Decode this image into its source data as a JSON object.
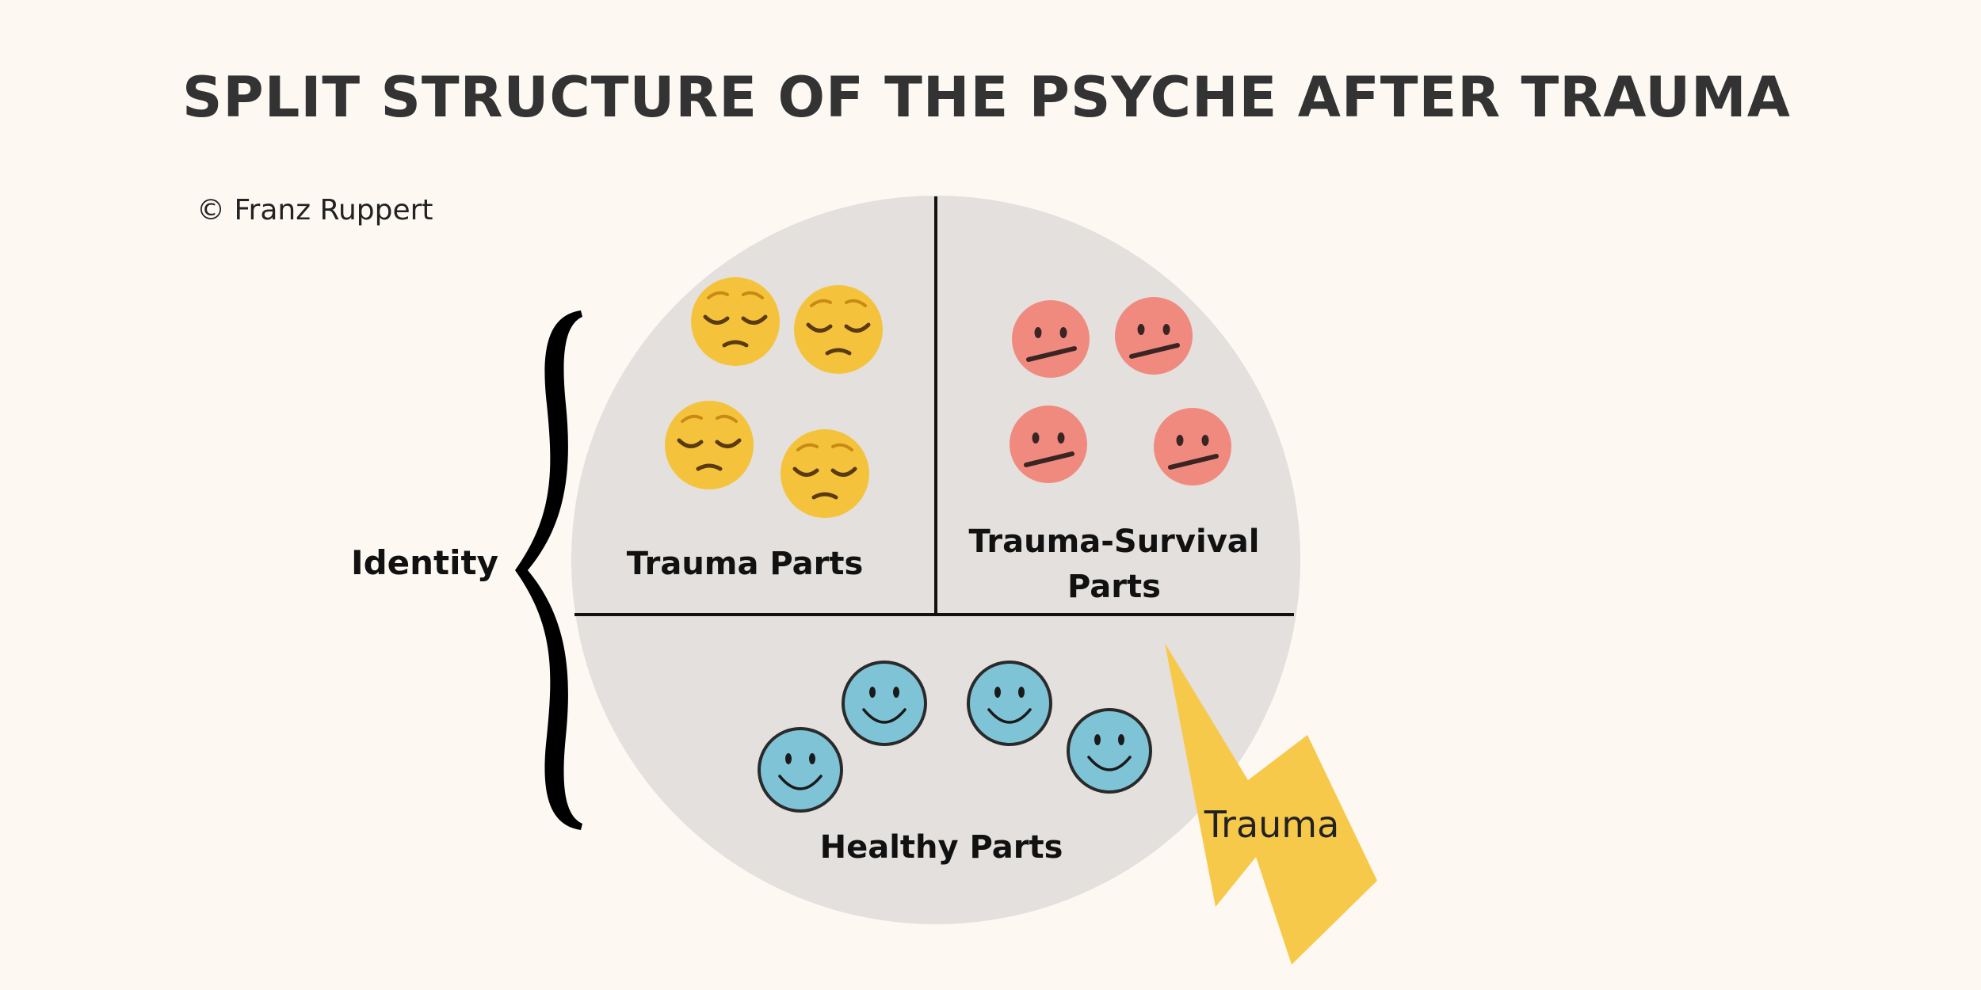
{
  "title": "SPLIT STRUCTURE OF THE PSYCHE AFTER TRAUMA",
  "copyright": "© Franz Ruppert",
  "identity_label": "Identity",
  "sections": {
    "trauma_parts": "Trauma Parts",
    "survival_parts_line1": "Trauma-Survival",
    "survival_parts_line2": "Parts",
    "healthy_parts": "Healthy Parts"
  },
  "trauma_label": "Trauma",
  "icons": {
    "trauma_face": "pensive-face-icon",
    "survival_face": "skeptical-face-icon",
    "healthy_face": "smiley-face-icon",
    "lightning": "lightning-bolt-icon",
    "brace": "curly-brace"
  },
  "colors": {
    "background": "#fdf8f2",
    "circle": "#e3e0dd",
    "trauma_face": "#f5c33b",
    "survival_face": "#f08a7e",
    "healthy_face": "#7fc3d6",
    "lightning": "#f7c94b"
  }
}
